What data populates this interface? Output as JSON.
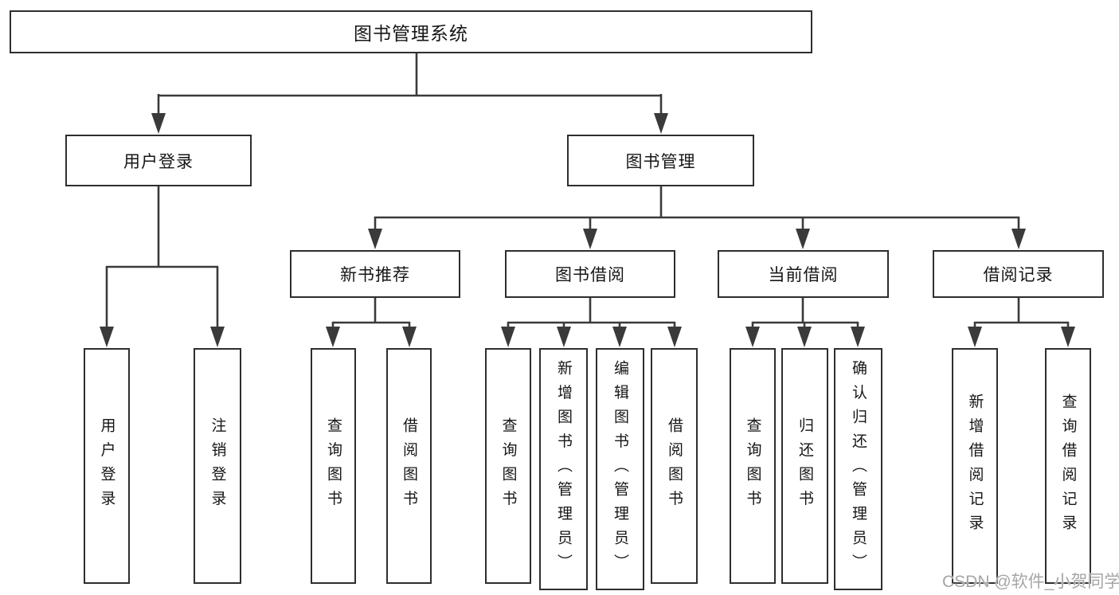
{
  "diagram": {
    "root": {
      "label": "图书管理系统"
    },
    "branches": [
      {
        "label": "用户登录",
        "leaves": [
          {
            "label": "用户登录"
          },
          {
            "label": "注销登录"
          }
        ]
      },
      {
        "label": "图书管理",
        "children": [
          {
            "label": "新书推荐",
            "leaves": [
              {
                "label": "查询图书"
              },
              {
                "label": "借阅图书"
              }
            ]
          },
          {
            "label": "图书借阅",
            "leaves": [
              {
                "label": "查询图书"
              },
              {
                "label": "新增图书（管理员）"
              },
              {
                "label": "编辑图书（管理员）"
              },
              {
                "label": "借阅图书"
              }
            ]
          },
          {
            "label": "当前借阅",
            "leaves": [
              {
                "label": "查询图书"
              },
              {
                "label": "归还图书"
              },
              {
                "label": "确认归还（管理员）"
              }
            ]
          },
          {
            "label": "借阅记录",
            "leaves": [
              {
                "label": "新增借阅记录"
              },
              {
                "label": "查询借阅记录"
              }
            ]
          }
        ]
      }
    ]
  },
  "watermark": "CSDN @软件_小贺同学",
  "colors": {
    "line": "#3a3a3a",
    "border": "#2e2e2e",
    "text": "#161616",
    "background": "#ffffff",
    "watermark": "#a6a6a6"
  }
}
